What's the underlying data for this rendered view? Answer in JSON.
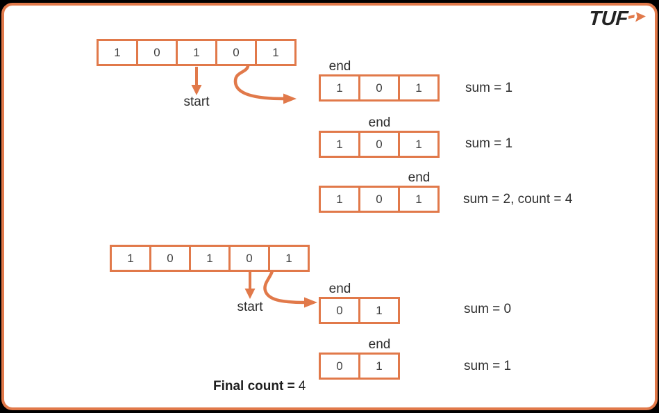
{
  "brand": {
    "logo_text": "TUF",
    "logo_arrow_icon": "arrow-right"
  },
  "colors": {
    "accent_orange": "#E1794A",
    "frame_black": "#000000",
    "canvas_white": "#FFFFFF",
    "text_dark": "#2B2B2B"
  },
  "pass1": {
    "array": [
      "1",
      "0",
      "1",
      "0",
      "1"
    ],
    "start_label": "start",
    "start_index": 2,
    "subarrays": [
      {
        "end_label": "end",
        "end_cell_index": 0,
        "cells": [
          "1",
          "0",
          "1"
        ],
        "result": "sum = 1"
      },
      {
        "end_label": "end",
        "end_cell_index": 1,
        "cells": [
          "1",
          "0",
          "1"
        ],
        "result": "sum = 1"
      },
      {
        "end_label": "end",
        "end_cell_index": 2,
        "cells": [
          "1",
          "0",
          "1"
        ],
        "result": "sum = 2, count = 4"
      }
    ]
  },
  "pass2": {
    "array": [
      "1",
      "0",
      "1",
      "0",
      "1"
    ],
    "start_label": "start",
    "start_index": 3,
    "subarrays": [
      {
        "end_label": "end",
        "end_cell_index": 0,
        "cells": [
          "0",
          "1"
        ],
        "result": "sum = 0"
      },
      {
        "end_label": "end",
        "end_cell_index": 1,
        "cells": [
          "0",
          "1"
        ],
        "result": "sum = 1"
      }
    ]
  },
  "footer": {
    "final_count_label": "Final count =",
    "final_count_value": "4"
  }
}
